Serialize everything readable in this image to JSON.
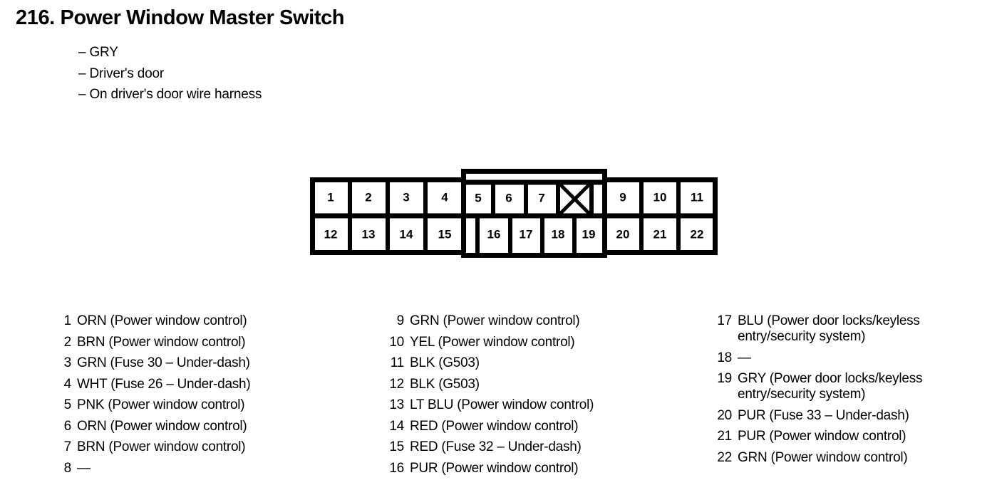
{
  "header": {
    "number": "216.",
    "title": "216. Power Window Master Switch",
    "bullets": [
      "– GRY",
      "– Driver's door",
      "– On driver's door wire harness"
    ]
  },
  "connector": {
    "label": "22-pin connector pinout diagram",
    "top_row": [
      "1",
      "2",
      "3",
      "4",
      "5",
      "6",
      "7",
      "X",
      "",
      "9",
      "10",
      "11"
    ],
    "bottom_row": [
      "12",
      "13",
      "14",
      "15",
      "",
      "16",
      "17",
      "18",
      "19",
      "20",
      "21",
      "22"
    ],
    "blocks": [
      {
        "name": "left-block",
        "top": [
          "1",
          "2",
          "3",
          "4"
        ],
        "bottom": [
          "12",
          "13",
          "14",
          "15"
        ]
      },
      {
        "name": "middle-block",
        "top": [
          "5",
          "6",
          "7",
          "X",
          ""
        ],
        "bottom": [
          "",
          "16",
          "17",
          "18",
          "19"
        ]
      },
      {
        "name": "right-block",
        "top": [
          "9",
          "10",
          "11"
        ],
        "bottom": [
          "20",
          "21",
          "22"
        ]
      }
    ],
    "blank_cell_marker": "X",
    "stroke_color": "#000000",
    "fill_color": "#ffffff"
  },
  "pins": {
    "column_1": [
      {
        "num": "1",
        "desc": "ORN (Power window control)"
      },
      {
        "num": "2",
        "desc": "BRN (Power window control)"
      },
      {
        "num": "3",
        "desc": "GRN (Fuse 30 – Under-dash)"
      },
      {
        "num": "4",
        "desc": "WHT (Fuse 26 – Under-dash)"
      },
      {
        "num": "5",
        "desc": "PNK (Power window control)"
      },
      {
        "num": "6",
        "desc": "ORN (Power window control)"
      },
      {
        "num": "7",
        "desc": "BRN (Power window control)"
      },
      {
        "num": "8",
        "desc": "—"
      }
    ],
    "column_2": [
      {
        "num": "9",
        "desc": "GRN (Power window control)"
      },
      {
        "num": "10",
        "desc": "YEL (Power window control)"
      },
      {
        "num": "11",
        "desc": "BLK (G503)"
      },
      {
        "num": "12",
        "desc": "BLK (G503)"
      },
      {
        "num": "13",
        "desc": "LT BLU (Power window control)"
      },
      {
        "num": "14",
        "desc": "RED (Power window control)"
      },
      {
        "num": "15",
        "desc": "RED (Fuse 32 – Under-dash)"
      },
      {
        "num": "16",
        "desc": "PUR (Power window control)"
      }
    ],
    "column_3": [
      {
        "num": "17",
        "desc": "BLU (Power door locks/keyless entry/security system)"
      },
      {
        "num": "18",
        "desc": "—"
      },
      {
        "num": "19",
        "desc": "GRY (Power door locks/keyless entry/security system)"
      },
      {
        "num": "20",
        "desc": "PUR (Fuse 33 – Under-dash)"
      },
      {
        "num": "21",
        "desc": "PUR (Power window control)"
      },
      {
        "num": "22",
        "desc": "GRN (Power window control)"
      }
    ]
  }
}
